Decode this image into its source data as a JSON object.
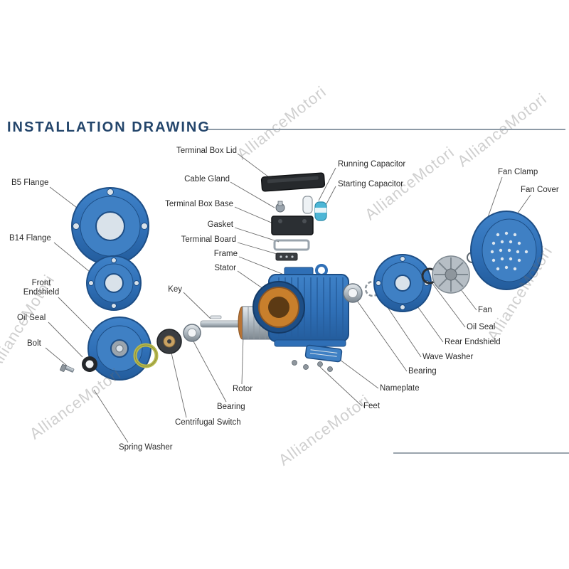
{
  "title": "INSTALLATION DRAWING",
  "watermark": {
    "text": "AllianceMotori"
  },
  "colors": {
    "title": "#23456b",
    "motor_blue": "#2f6fb6",
    "motor_blue_dark": "#1d4e86"
  },
  "labels": {
    "b5_flange": "B5 Flange",
    "b14_flange": "B14 Flange",
    "front_endshield": "Front Endshield",
    "oil_seal_front": "Oil Seal",
    "bolt": "Bolt",
    "terminal_box_lid": "Terminal Box Lid",
    "cable_gland": "Cable Gland",
    "terminal_box_base": "Terminal Box Base",
    "gasket": "Gasket",
    "terminal_board": "Terminal Board",
    "frame": "Frame",
    "stator": "Stator",
    "key": "Key",
    "running_capacitor": "Running Capacitor",
    "starting_capacitor": "Starting Capacitor",
    "fan_clamp": "Fan Clamp",
    "fan_cover": "Fan Cover",
    "fan": "Fan",
    "oil_seal_rear": "Oil Seal",
    "rear_endshield": "Rear Endshield",
    "wave_washer": "Wave Washer",
    "bearing_rear": "Bearing",
    "nameplate": "Nameplate",
    "feet": "Feet",
    "rotor": "Rotor",
    "bearing_front": "Bearing",
    "centrifugal_switch": "Centrifugal Switch",
    "spring_washer": "Spring Washer"
  }
}
